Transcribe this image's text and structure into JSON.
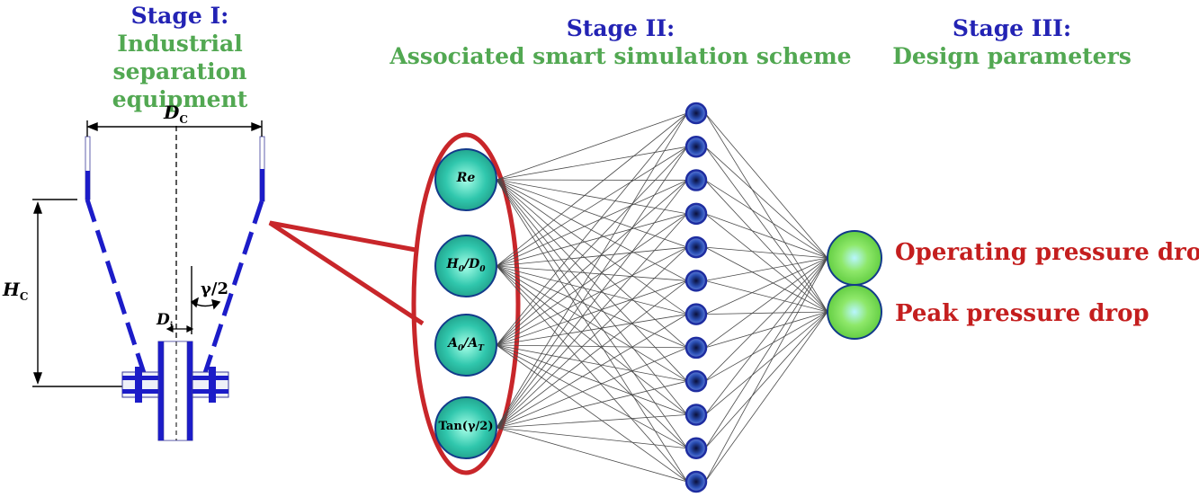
{
  "stage1": {
    "title": "Stage I:",
    "subtitle_line1": "Industrial separation",
    "subtitle_line2": "equipment"
  },
  "stage2": {
    "title": "Stage II:",
    "subtitle": "Associated smart simulation scheme"
  },
  "stage3": {
    "title": "Stage III:",
    "subtitle": "Design parameters"
  },
  "equipment_labels": {
    "dc": "D",
    "dc_sub": "C",
    "hc": "H",
    "hc_sub": "C",
    "di": "D",
    "di_sub": "i",
    "angle": "γ/2"
  },
  "inputs": [
    {
      "main": "Re",
      "sub": "",
      "rest": ""
    },
    {
      "main": "H",
      "sub": "0",
      "rest": "/D",
      "sub2": "0"
    },
    {
      "main": "A",
      "sub": "0",
      "rest": "/A",
      "sub2": "T"
    },
    {
      "main": "Tan(γ/2)",
      "sub": "",
      "rest": ""
    }
  ],
  "outputs": [
    "Operating pressure drop",
    "Peak pressure drop"
  ],
  "hidden_node_count": 12,
  "colors": {
    "title_blue": "#2323b4",
    "subtitle_green": "#52a852",
    "output_red": "#c41e1e",
    "callout_red": "#c8262a",
    "input_node": "#2fc5ac",
    "output_node": "#7ee05a",
    "hidden_node": "#1e2da0"
  }
}
